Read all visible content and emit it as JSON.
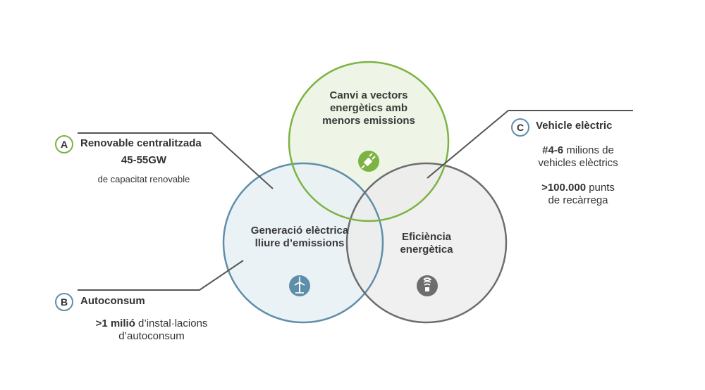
{
  "colors": {
    "green": "#7cb342",
    "green_fill": "#eef5e6",
    "blue": "#5f8eab",
    "blue_fill": "#e8f0f5",
    "gray": "#6d6d6d",
    "gray_fill": "#ececec",
    "line": "#555555"
  },
  "circles": {
    "top": {
      "label": "Canvi a vectors energètics amb menors emissions",
      "icon": "plug-icon"
    },
    "left": {
      "label": "Generació elèctrica lliure d’emissions",
      "icon": "wind-turbine-icon"
    },
    "right": {
      "label": "Eficiència energètica",
      "icon": "light-bulb-icon"
    }
  },
  "callouts": {
    "a": {
      "letter": "A",
      "title": "Renovable centralitzada",
      "value": "45-55GW",
      "detail": "de capacitat renovable"
    },
    "b": {
      "letter": "B",
      "title": "Autoconsum",
      "value_bold": ">1 milió",
      "value_rest": " d’instal·lacions",
      "detail": "d’autoconsum"
    },
    "c": {
      "letter": "C",
      "title": "Vehicle elèctric",
      "line1_bold": "#4-6",
      "line1_rest": " milions de",
      "line2": "vehicles elèctrics",
      "line3_bold": ">100.000",
      "line3_rest": " punts",
      "line4": "de recàrrega"
    }
  }
}
